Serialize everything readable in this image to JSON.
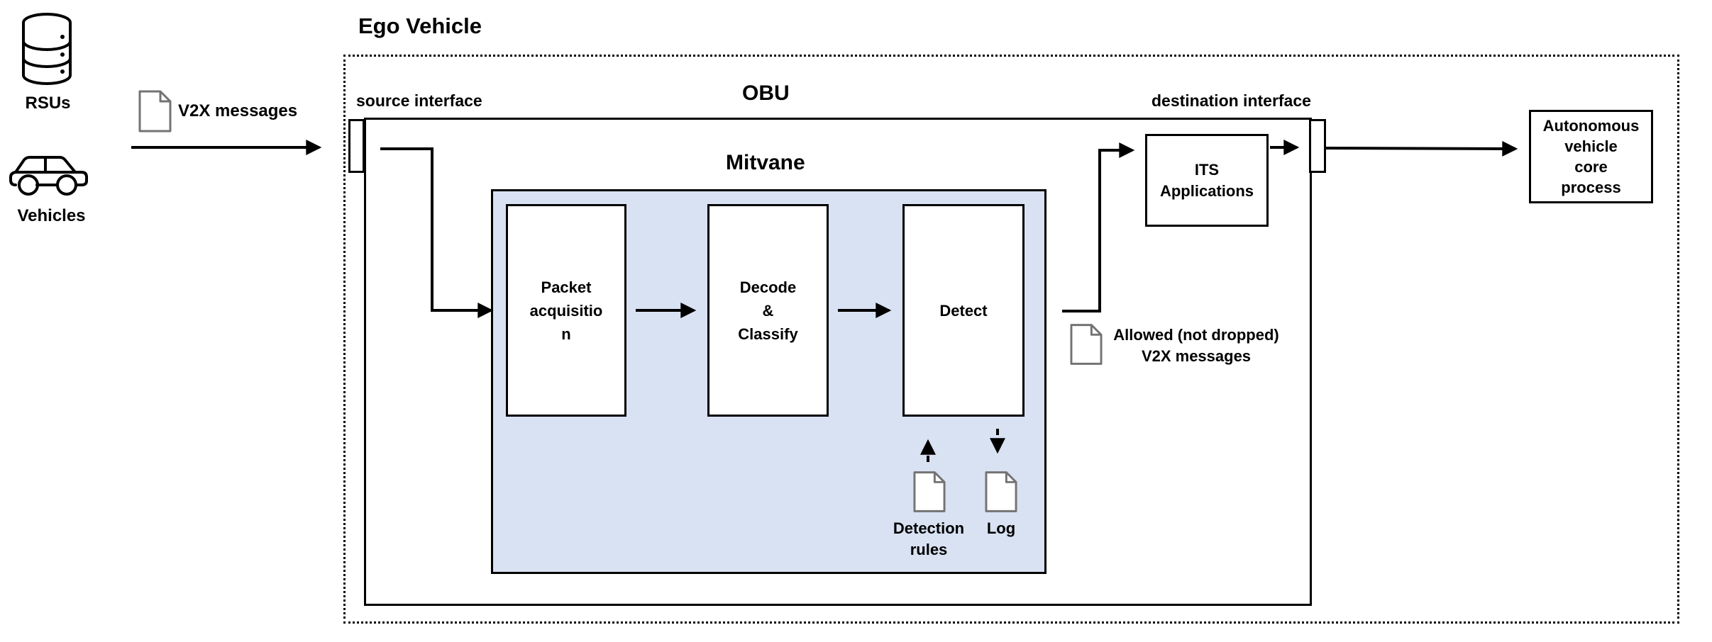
{
  "colors": {
    "mitvane_fill": "#d9e2f3",
    "stroke": "#000000",
    "document_stroke": "#737373"
  },
  "external_sources": {
    "rsus": {
      "icon": "database-icon",
      "label": "RSUs"
    },
    "vehicles": {
      "icon": "car-icon",
      "label": "Vehicles"
    }
  },
  "input_flow": {
    "icon": "document-icon",
    "label": "V2X messages"
  },
  "ego_vehicle": {
    "title": "Ego Vehicle",
    "source_interface_label": "source interface",
    "destination_interface_label": "destination interface",
    "obu": {
      "title": "OBU",
      "mitvane": {
        "title": "Mitvane",
        "stages": [
          {
            "name": "packet-acquisition",
            "lines": [
              "Packet",
              "acquisitio",
              "n"
            ]
          },
          {
            "name": "decode-classify",
            "lines": [
              "Decode",
              "&",
              "Classify"
            ]
          },
          {
            "name": "detect",
            "lines": [
              "Detect"
            ]
          }
        ],
        "artifacts": [
          {
            "name": "detection-rules",
            "icon": "document-icon",
            "lines": [
              "Detection",
              "rules"
            ],
            "flow": "into-detect"
          },
          {
            "name": "log",
            "icon": "document-icon",
            "lines": [
              "Log"
            ],
            "flow": "out-of-detect"
          }
        ]
      },
      "its_applications": {
        "lines": [
          "ITS",
          "Applications"
        ]
      }
    },
    "allowed_flow": {
      "icon": "document-icon",
      "lines": [
        "Allowed (not dropped)",
        "V2X messages"
      ]
    }
  },
  "autonomous_process": {
    "lines": [
      "Autonomous",
      "vehicle",
      "core",
      "process"
    ]
  }
}
